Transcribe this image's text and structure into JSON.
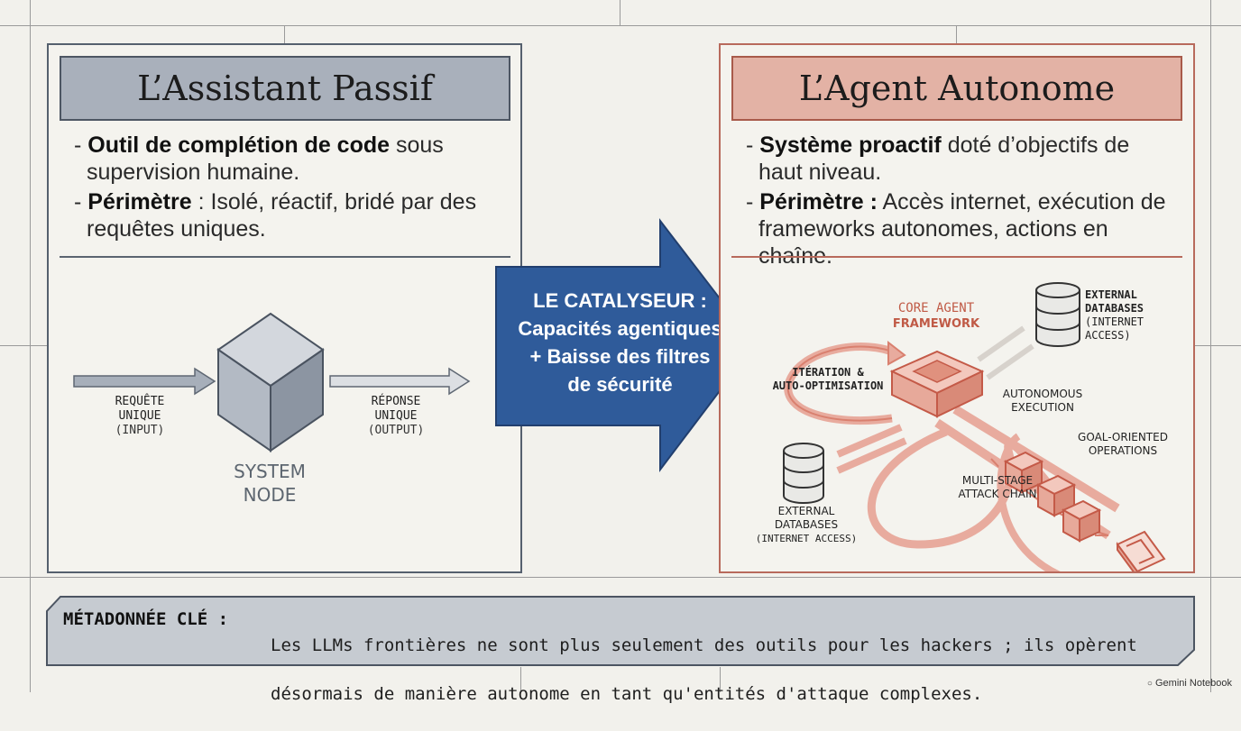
{
  "left_panel": {
    "title": "L’Assistant Passif",
    "bullet1_bold": "Outil de complétion de code",
    "bullet1_rest": " sous supervision humaine.",
    "bullet2_bold": "Périmètre",
    "bullet2_rest": " : Isolé, réactif, bridé par des requêtes uniques.",
    "input_line1": "REQUÊTE",
    "input_line2": "UNIQUE",
    "input_line3": "(INPUT)",
    "output_line1": "RÉPONSE",
    "output_line2": "UNIQUE",
    "output_line3": "(OUTPUT)",
    "node_line1": "SYSTEM",
    "node_line2": "NODE"
  },
  "catalyst": {
    "line1": "LE CATALYSEUR :",
    "line2": "Capacités agentiques",
    "line3": "+ Baisse des filtres",
    "line4": "de sécurité"
  },
  "right_panel": {
    "title": "L’Agent Autonome",
    "bullet1_bold": "Système proactif",
    "bullet1_rest": " doté d’objectifs de haut niveau.",
    "bullet2_bold": "Périmètre :",
    "bullet2_rest": " Accès internet, exécution de frameworks autonomes, actions en chaîne.",
    "core_line1": "CORE AGENT",
    "core_line2": "FRAMEWORK",
    "ext_top_line1": "EXTERNAL",
    "ext_top_line2": "DATABASES",
    "ext_top_line3": "(INTERNET",
    "ext_top_line4": "ACCESS)",
    "iter_line1": "ITÉRATION &",
    "iter_line2": "AUTO-OPTIMISATION",
    "auto_line1": "AUTONOMOUS",
    "auto_line2": "EXECUTION",
    "goal_line1": "GOAL-ORIENTED",
    "goal_line2": "OPERATIONS",
    "multi_line1": "MULTI-STAGE",
    "multi_line2": "ATTACK CHAIN",
    "ext_bot_line1": "EXTERNAL",
    "ext_bot_line2": "DATABASES",
    "ext_bot_line3": "(INTERNET ACCESS)"
  },
  "metadata": {
    "key": "MÉTADONNÉE CLÉ :",
    "value_line1": "Les LLMs frontières ne sont plus seulement des outils pour les hackers ; ils opèrent",
    "value_line2": "désormais de manière autonome en tant qu'entités d'attaque complexes."
  },
  "brand": "Gemini Notebook",
  "colors": {
    "passive_header": "#a9b0bb",
    "agent_header": "#e3b2a5",
    "catalyst_arrow": "#2f5b9a",
    "agent_lines": "#d9806f",
    "background": "#f2f1ec"
  }
}
